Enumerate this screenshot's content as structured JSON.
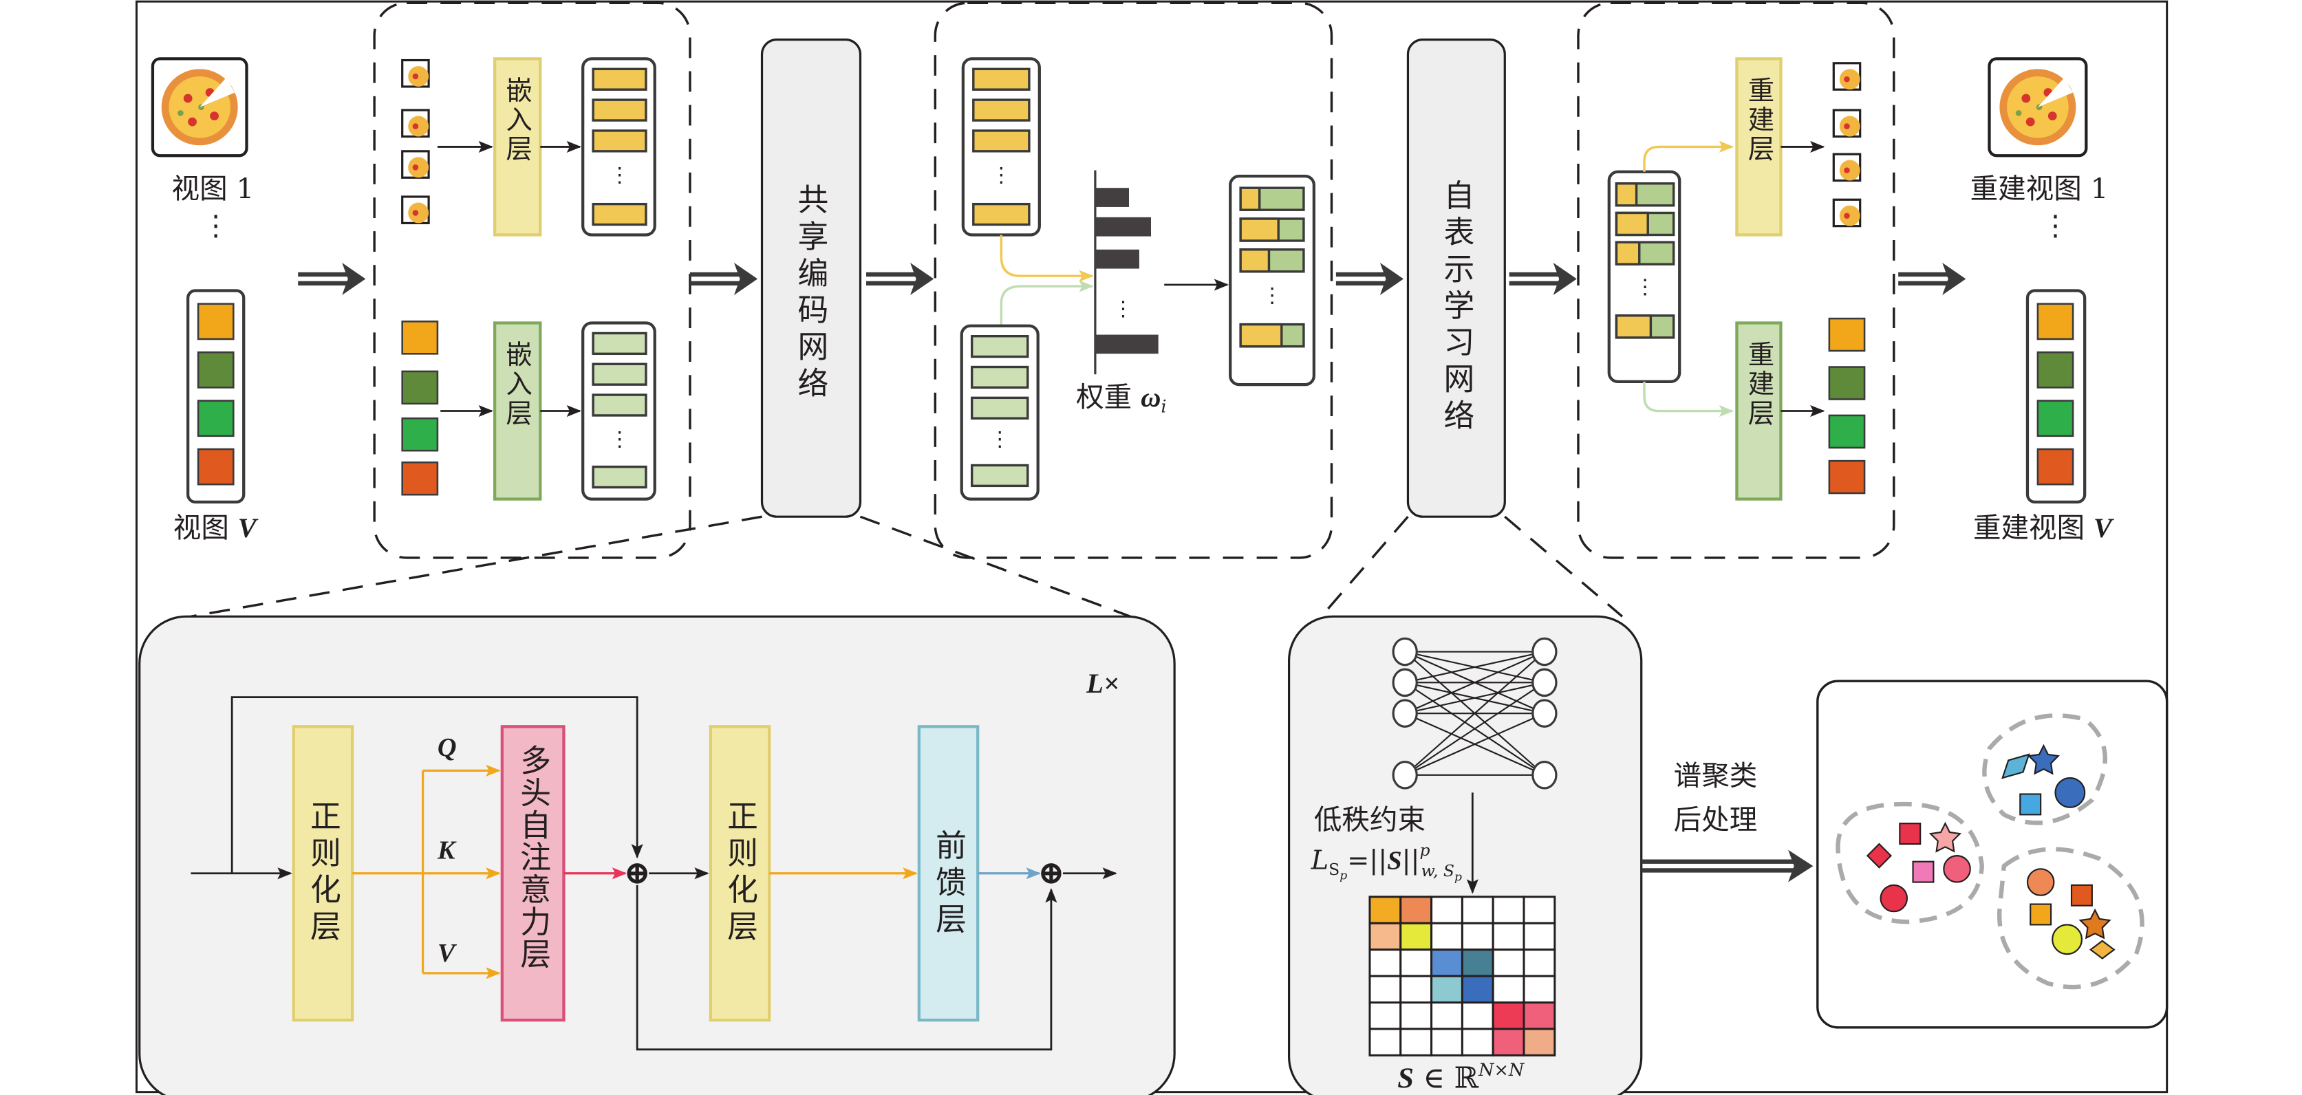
{
  "top": {
    "view1_label": "视图 1",
    "viewV_prefix": "视图",
    "viewV_var": "V",
    "vdots": "⋮",
    "embed_label": "嵌入层",
    "shared_encoder": "共享编码网络",
    "weight_prefix": "权重",
    "weight_var": "ω",
    "weight_sub": "i",
    "self_expr_net": "自表示学习网络",
    "recon_layer": "重建层",
    "recon_view1": "重建视图 1",
    "recon_viewV_prefix": "重建视图",
    "recon_viewV_var": "V"
  },
  "transformer": {
    "repeat": "L×",
    "norm1": "正则化层",
    "mhsa": "多头自注意力层",
    "norm2": "正则化层",
    "ffn": "前馈层",
    "q": "Q",
    "k": "K",
    "v": "V",
    "plus": "⊕"
  },
  "self_expr": {
    "low_rank": "低秩约束",
    "loss_L": "L",
    "loss_sub": "S",
    "loss_subsub": "p",
    "loss_eq": "=||",
    "loss_S": "S",
    "loss_bars": "||",
    "loss_sup": "p",
    "loss_norm_sub": "w, S",
    "loss_norm_subsub": "p",
    "matrix_S": "S",
    "matrix_in": "∈",
    "matrix_R": "ℝ",
    "matrix_dim": "N×N",
    "matrix_colors": [
      [
        "#F2AB23",
        "#EE8855",
        "",
        "",
        "",
        ""
      ],
      [
        "#F5B98B",
        "#E4E93A",
        "",
        "",
        "",
        ""
      ],
      [
        "",
        "",
        "#5A8ED4",
        "#477F95",
        "",
        ""
      ],
      [
        "",
        "",
        "#8DC9D1",
        "#3B6DBD",
        "",
        ""
      ],
      [
        "",
        "",
        "",
        "",
        "#EE3B55",
        "#F0607A"
      ],
      [
        "",
        "",
        "",
        "",
        "#F0607A",
        "#EFAC86"
      ]
    ]
  },
  "post": {
    "line1": "谱聚类",
    "line2": "后处理"
  },
  "colors": {
    "view_squares": [
      "#F2A71B",
      "#5E8A3A",
      "#2EAF4A",
      "#E05A1F"
    ],
    "yellow_bar": "#F2C854",
    "green_bar": "#CCE0B4",
    "embed_yellow_fill": "#F3E9A6",
    "embed_green_fill": "#CDE0B5",
    "mhsa_fill": "#F2B8C6",
    "ffn_fill": "#D4ECEF"
  }
}
